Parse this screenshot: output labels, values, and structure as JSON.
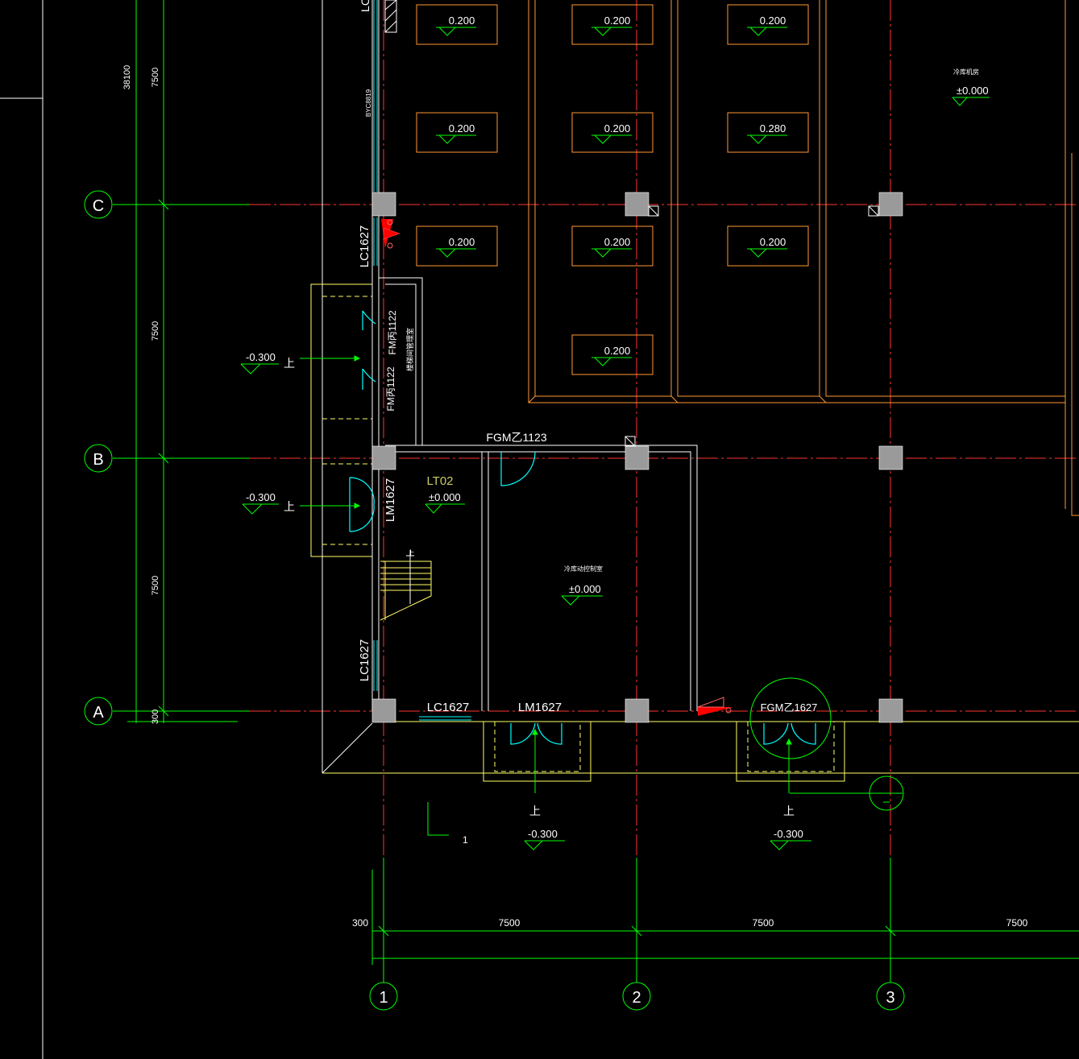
{
  "colors": {
    "background": "#000000",
    "axis": "#ff0000",
    "wall": "#ffffff",
    "dimension": "#00ff00",
    "floor_pad": "#ff9933",
    "stair": "#ffff66",
    "door": "#00ffff",
    "column": "#9a9a9a",
    "fixture": "#ff0000"
  },
  "grid_axes": {
    "horizontal": [
      {
        "label": "C"
      },
      {
        "label": "B"
      },
      {
        "label": "A"
      }
    ],
    "vertical": [
      {
        "label": "1"
      },
      {
        "label": "2"
      },
      {
        "label": "3"
      }
    ]
  },
  "pads": {
    "rows": [
      {
        "labels": [
          "0.200",
          "0.200",
          "0.200"
        ]
      },
      {
        "labels": [
          "0.200",
          "0.200",
          "0.280"
        ]
      },
      {
        "labels": [
          "0.200",
          "0.200",
          "0.200"
        ]
      },
      {
        "labels": [
          "0.200"
        ]
      }
    ]
  },
  "elevations": {
    "top_right": "±0.000",
    "lt02": "±0.000",
    "control_room": "±0.000",
    "entrance_upper": "-0.300",
    "entrance_middle": "-0.300",
    "bottom_left": "-0.300",
    "bottom_right": "-0.300"
  },
  "room_labels": {
    "top_right": "冷库机房",
    "lt02": "LT02",
    "control_room": "冷库动控制室",
    "stair_room": "楼梯间管理室"
  },
  "door_tags": {
    "lc_top": "LC",
    "bycx": "BYC8819",
    "lc1627_upper": "LC1627",
    "fm1122_a": "FM丙1122",
    "fm1122_b": "FM丙1122",
    "lm1627_side": "LM1627",
    "lc1627_lower": "LC1627",
    "fgm1123": "FGM乙1123",
    "lc1627_bottom": "LC1627",
    "lm1627_bottom": "LM1627",
    "fgm1627": "FGM乙1627"
  },
  "stair_marks": {
    "up_1": "上",
    "up_2": "上",
    "up_3": "上",
    "up_4": "上",
    "up_5": "上"
  },
  "dimensions": {
    "left_total": "38100",
    "left_spans": [
      "7500",
      "7500",
      "7500",
      "300"
    ],
    "bottom_offset": "300",
    "bottom_spans": [
      "7500",
      "7500",
      "7500"
    ]
  },
  "misc": {
    "section_mark": "1"
  }
}
